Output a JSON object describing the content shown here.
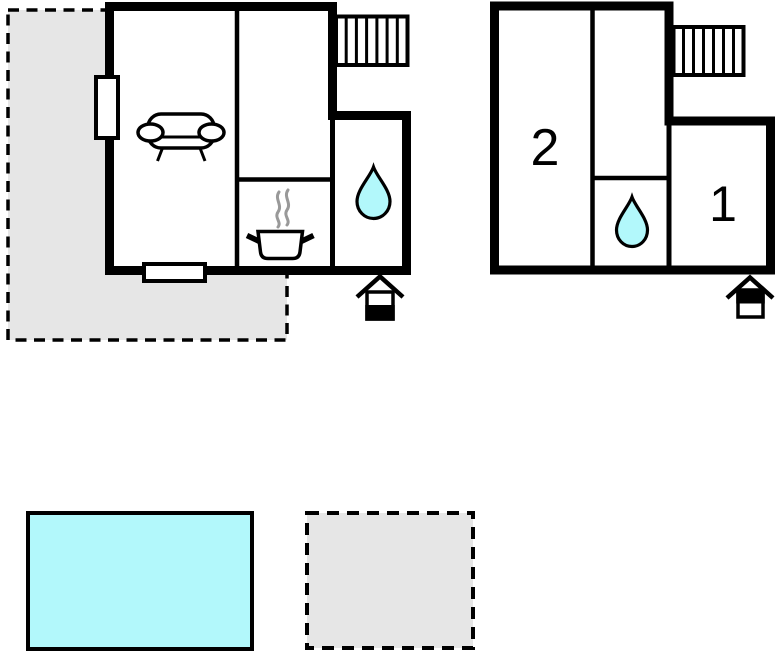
{
  "page": {
    "type": "vacation-home-floor-plan",
    "background": "#ffffff"
  },
  "colors": {
    "wall": "#000000",
    "water": "#b2f8fb",
    "terrace": "#e6e6e6",
    "steam": "#999999",
    "room_fill": "#ffffff"
  },
  "floorplans": {
    "ground_floor": {
      "name": "ground-floor-plan",
      "room_labels": [],
      "features": [
        "terrace-dashed-area",
        "window-left-wall",
        "window-bottom-wall",
        "sofa-icon",
        "stove-icon",
        "water-drop-icon",
        "stairs-icon",
        "entrance-icon"
      ]
    },
    "top_floor": {
      "name": "top-floor-plan",
      "room_labels": [
        {
          "id": "room-2",
          "label": "2"
        },
        {
          "id": "room-1",
          "label": "1"
        }
      ],
      "features": [
        "water-drop-icon",
        "stairs-icon",
        "entrance-icon"
      ]
    }
  },
  "legend": {
    "pool_swatch": {
      "style": "solid",
      "color": "#b2f8fb"
    },
    "terrace_swatch": {
      "style": "dashed",
      "color": "#e6e6e6"
    }
  }
}
